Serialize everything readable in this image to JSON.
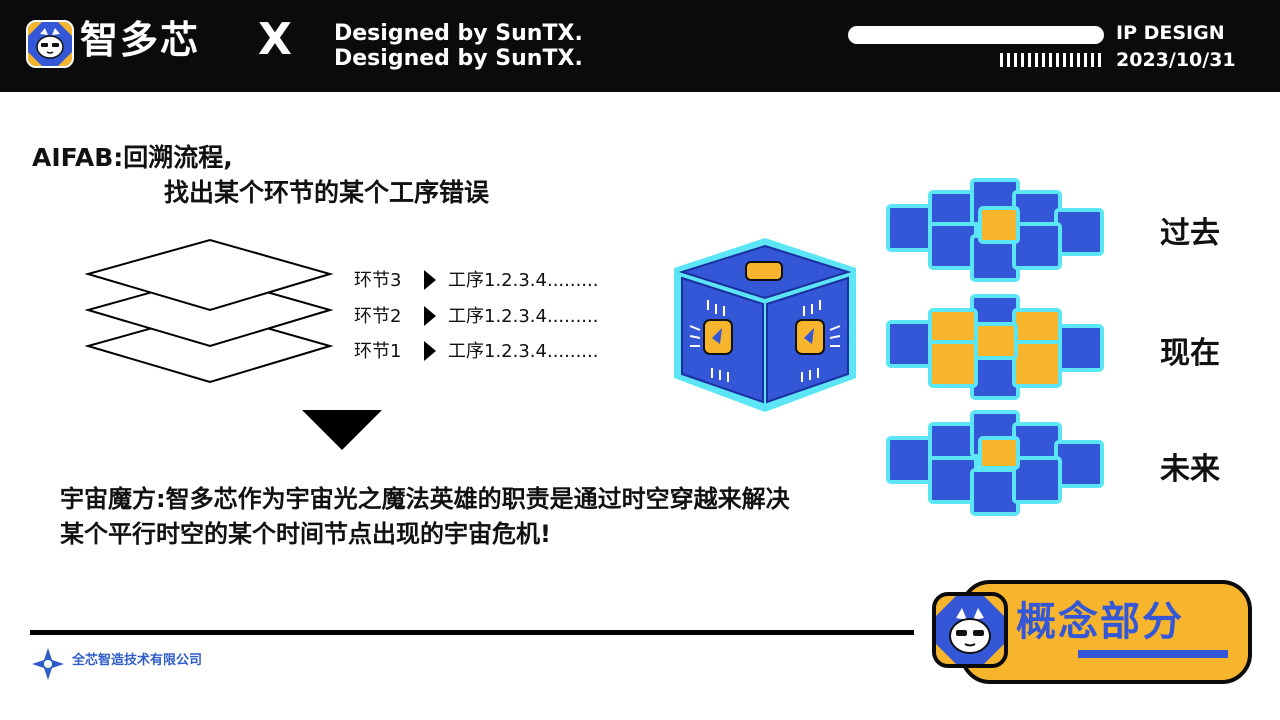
{
  "header": {
    "brand": "智多芯",
    "brand_x": "X",
    "designed_line1": "Designed by SunTX.",
    "designed_line2": "Designed by SunTX.",
    "ip_design": "IP DESIGN",
    "date": "2023/10/31"
  },
  "headline": {
    "line1": "AIFAB:回溯流程,",
    "line2": "找出某个环节的某个工序错误"
  },
  "layers": [
    {
      "name": "环节3",
      "process": "工序1.2.3.4........."
    },
    {
      "name": "环节2",
      "process": "工序1.2.3.4........."
    },
    {
      "name": "环节1",
      "process": "工序1.2.3.4........."
    }
  ],
  "description": "宇宙魔方:智多芯作为宇宙光之魔法英雄的职责是通过时空穿越来解决某个平行时空的某个时间节点出现的宇宙危机!",
  "eras": [
    "过去",
    "现在",
    "未来"
  ],
  "footer": {
    "company": "全芯智造技术有限公司"
  },
  "badge": {
    "label": "概念部分"
  },
  "colors": {
    "blue": "#3357d6",
    "cyan": "#5ce6f5",
    "gold": "#f7b52e",
    "black": "#0b0b0b"
  }
}
